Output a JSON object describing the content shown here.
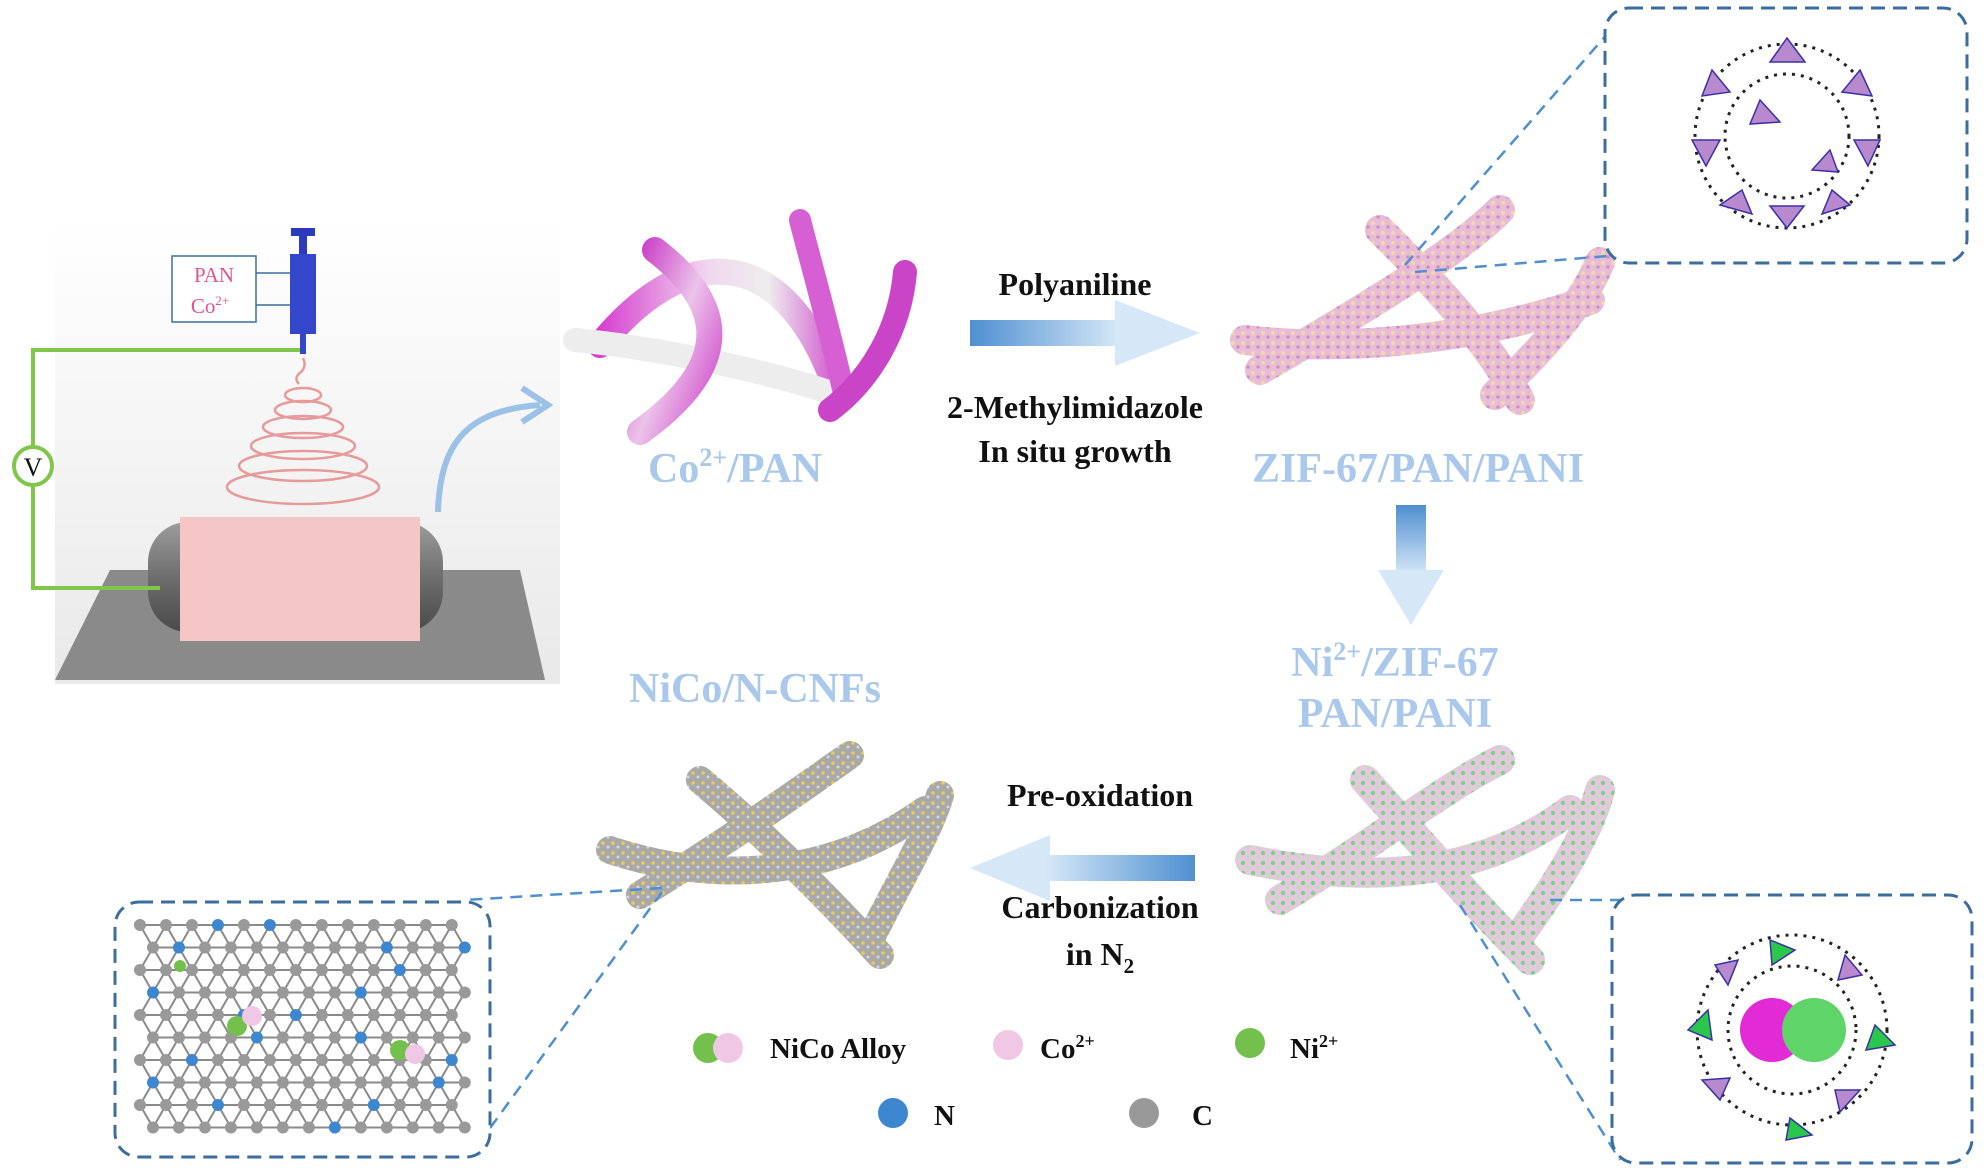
{
  "colors": {
    "label_blue": "#a9c8ec",
    "arrow_blue": "#8fb8e4",
    "inset_border": "#3b6e9e",
    "pan_text": "#e0558d",
    "wire_green": "#7fc64a",
    "substrate_gray": "#8a8a8a",
    "collector_pink": "#f4c6c6",
    "n_atom": "#3c87d0",
    "c_atom": "#999999",
    "co_atom": "#f0c8e6",
    "ni_atom": "#74c04c"
  },
  "electrospinning": {
    "syringe_labels": [
      "PAN",
      "Co",
      "2+"
    ],
    "voltage_label": "V"
  },
  "labels": {
    "co_pan": {
      "main": "Co",
      "sup": "2+",
      "rest": "/PAN"
    },
    "zif_pan_pani": "ZIF-67/PAN/PANI",
    "ni_zif": {
      "pre": "Ni",
      "sup": "2+",
      "rest": "/ZIF-67",
      "line2": "PAN/PANI"
    },
    "nico_cnfs": "NiCo/N-CNFs"
  },
  "steps": {
    "step1_top": "Polyaniline",
    "step1_bottom_line1": "2-Methylimidazole",
    "step1_bottom_line2": "In situ growth",
    "step3_top": "Pre-oxidation",
    "step3_bottom_line1": "Carbonization",
    "step3_bottom_line2": {
      "pre": "in N",
      "sub": "2"
    }
  },
  "legend": {
    "nico_alloy": "NiCo Alloy",
    "co": {
      "main": "Co",
      "sup": "2+"
    },
    "ni": {
      "main": "Ni",
      "sup": "2+"
    },
    "n": "N",
    "c": "C"
  }
}
